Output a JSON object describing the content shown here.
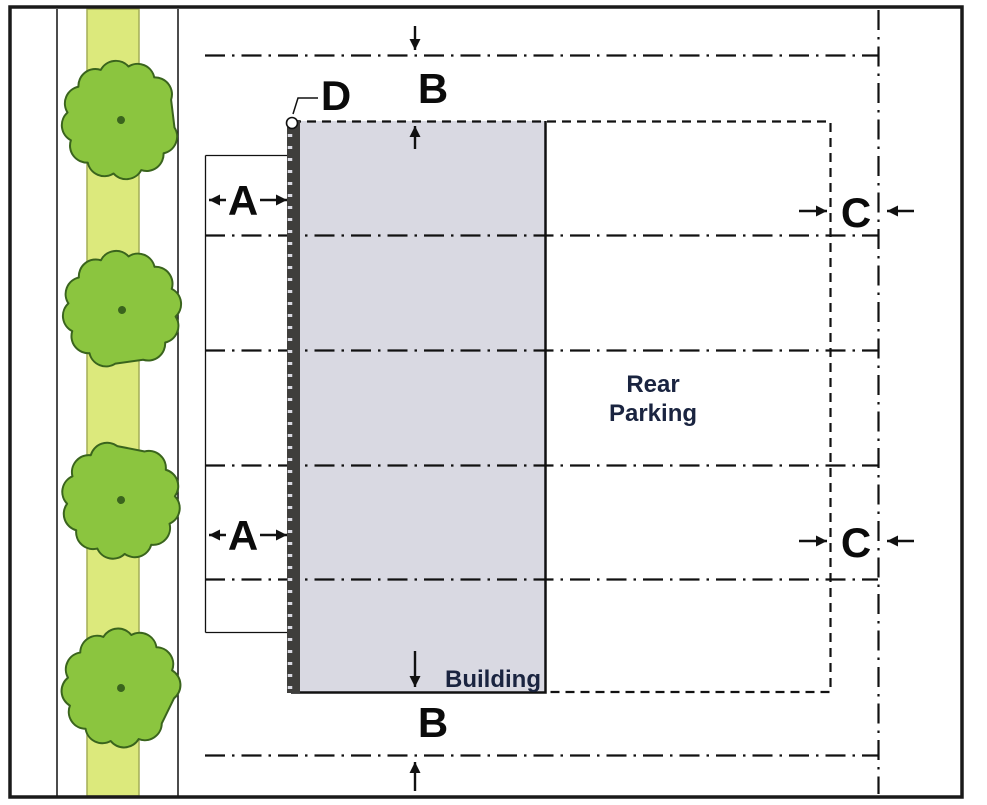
{
  "meta": {
    "description": "Zoning setback and build-to diagram: street with trees on the left, building with frontage line, rear parking area, lot lines and dimension labels A, B, C, D"
  },
  "labels": {
    "a": "A",
    "b": "B",
    "c": "C",
    "d": "D",
    "rear_line1": "Rear",
    "rear_line2": "Parking",
    "building": "Building"
  },
  "colors": {
    "background": "#ffffff",
    "frame": "#1a1a1a",
    "line": "#111111",
    "tree_fill": "#8bc53f",
    "tree_stroke": "#3a641d",
    "strip_fill": "#dce97c",
    "strip_edge": "#a3ad57",
    "building_fill": "#d9d9e2",
    "frontage_band": "#3f3e3c",
    "label_color": "#0b0b0b",
    "text_color": "#1a2440"
  }
}
